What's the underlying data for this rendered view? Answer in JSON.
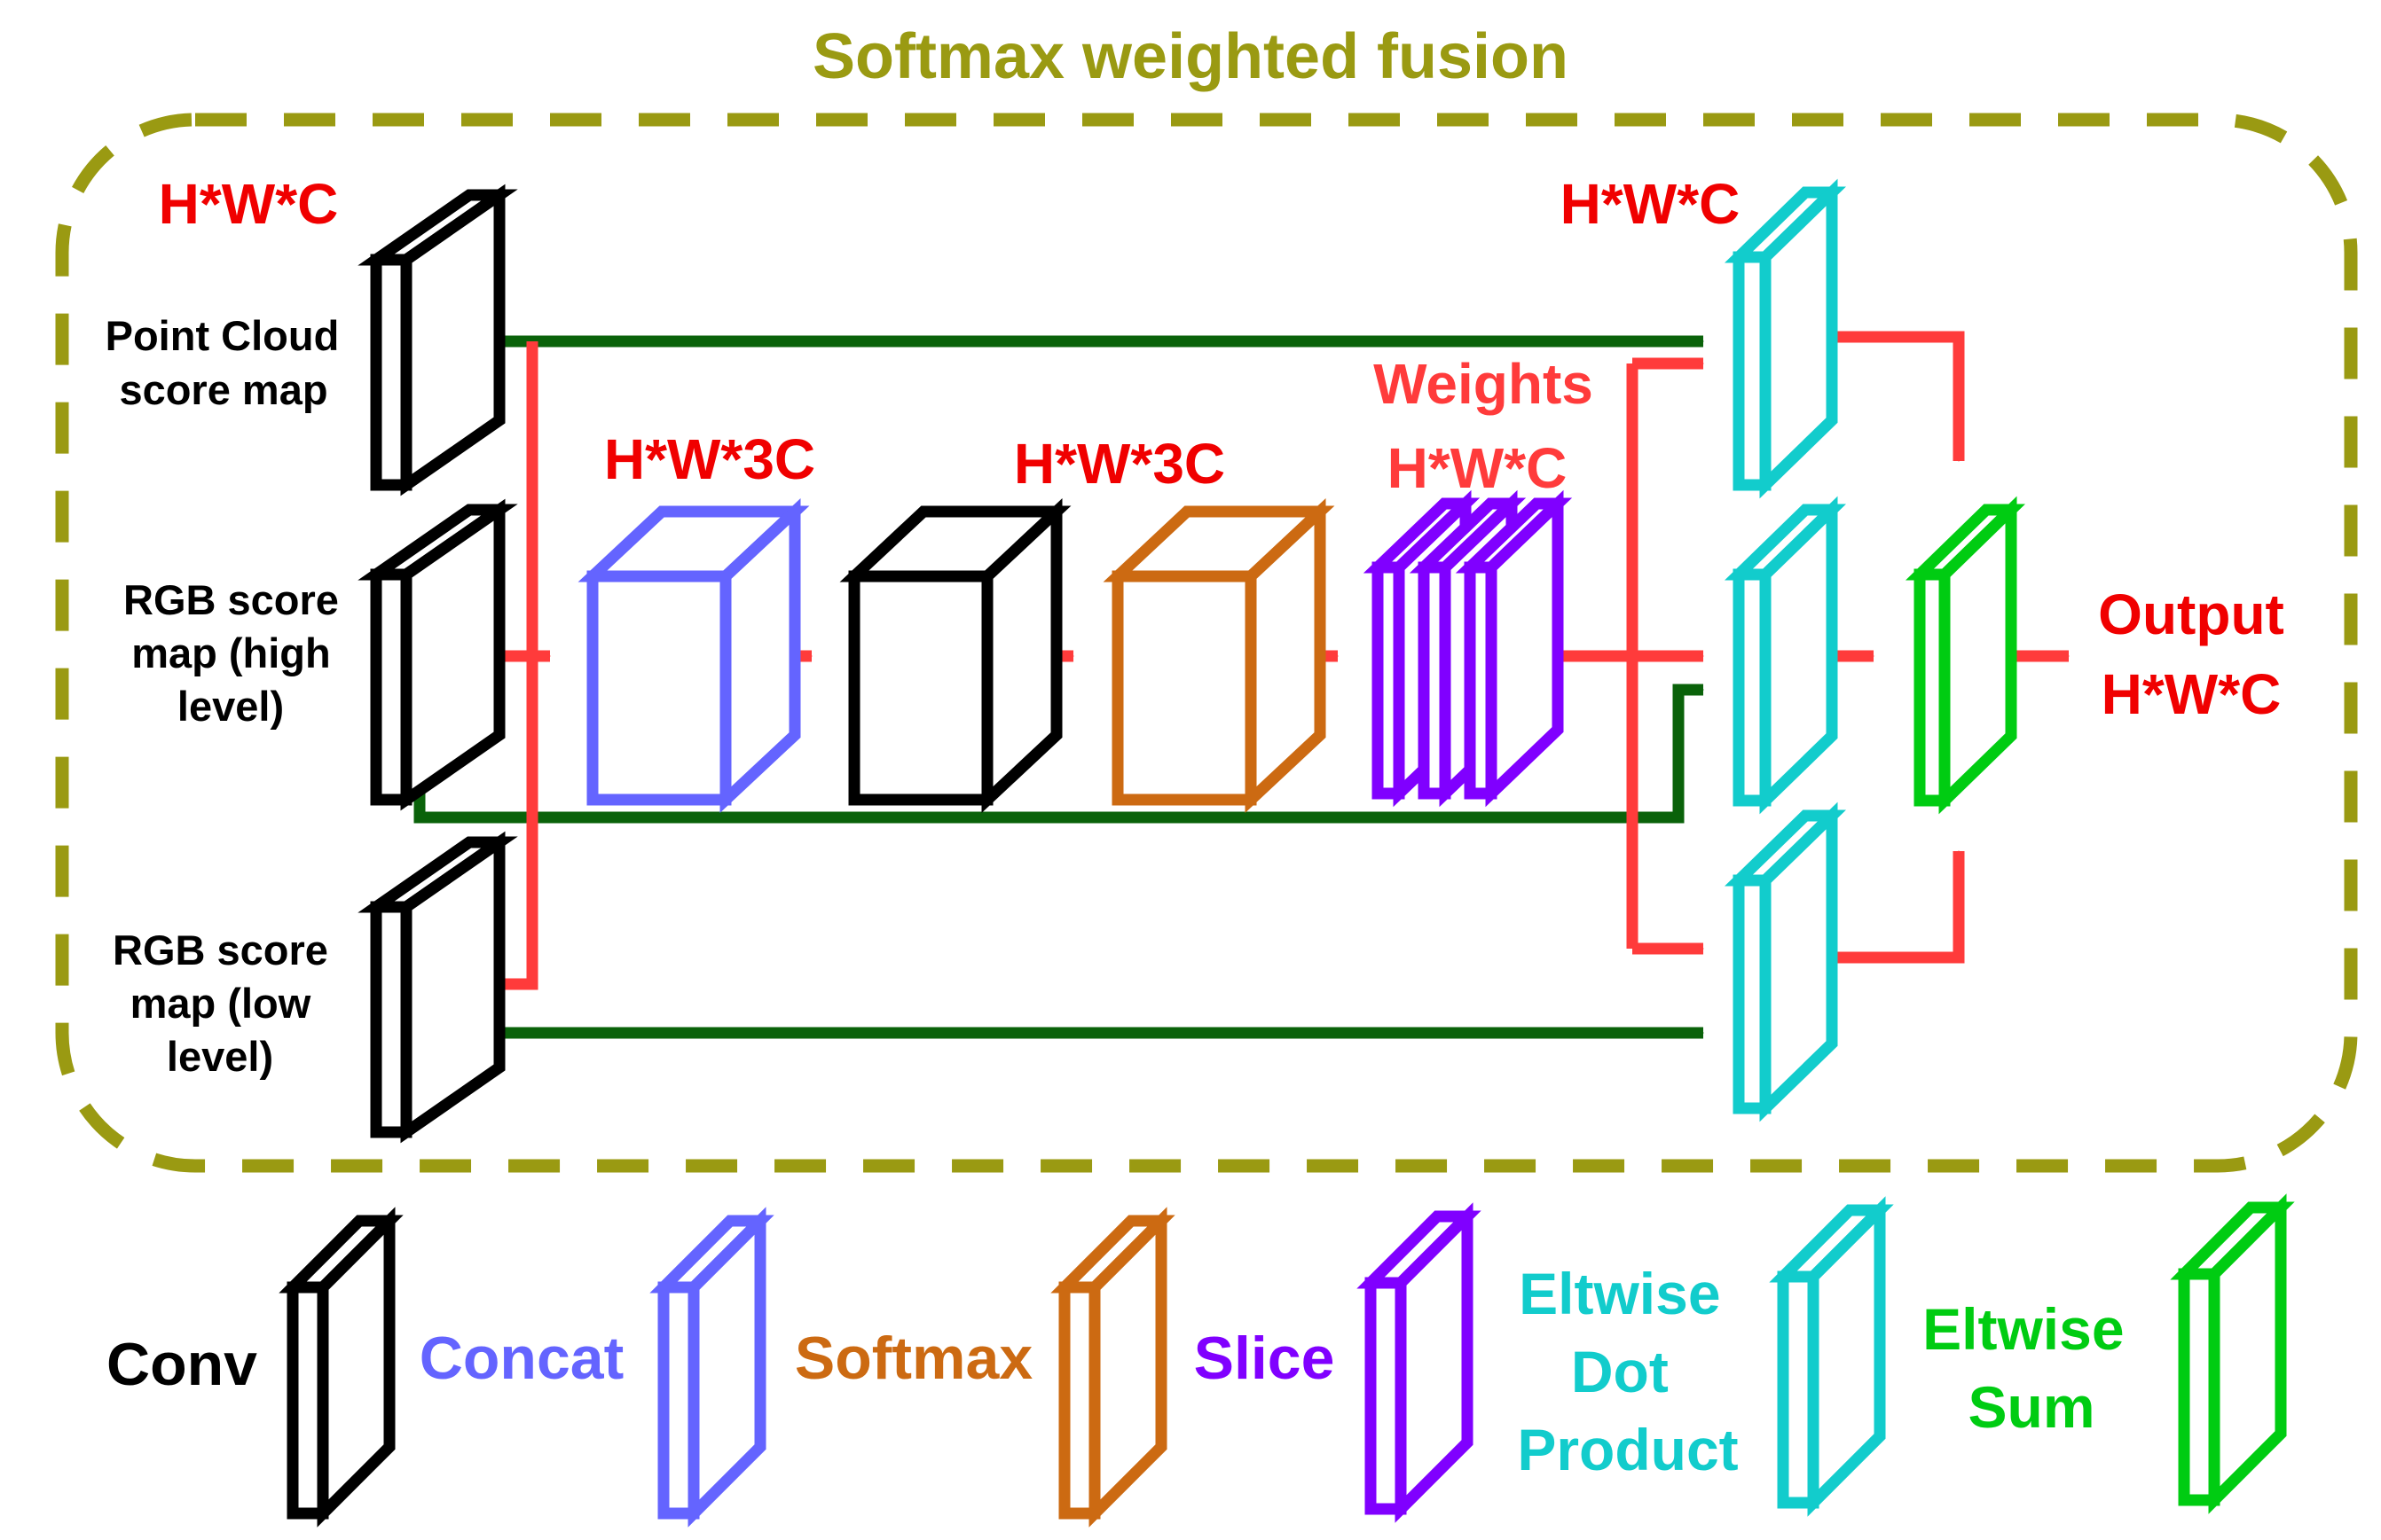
{
  "title": "Softmax weighted fusion",
  "colors": {
    "frame": "#9a9a12",
    "dims": "#f00000",
    "conv": "#000000",
    "concat": "#6464ff",
    "softmax": "#cc6a12",
    "slice": "#8000ff",
    "dot": "#12cccc",
    "sum": "#00cc12",
    "red_arrow": "#ff3b3b",
    "green_arrow": "#0a620a"
  },
  "inputs": {
    "pc_dims": "H*W*C",
    "pc_label": [
      "Point Cloud",
      "score map"
    ],
    "rgb_high_label": [
      "RGB score",
      "map (high",
      "level)"
    ],
    "rgb_low_label": [
      "RGB score",
      "map (low",
      "level)"
    ]
  },
  "pipeline": {
    "concat_dims": "H*W*3C",
    "softmax_dims": "H*W*3C",
    "weights_label": "Weights",
    "weights_dims": "H*W*C",
    "dot_dims": "H*W*C",
    "output_label": "Output",
    "output_dims": "H*W*C"
  },
  "legend": {
    "conv": [
      "Conv"
    ],
    "concat": [
      "Concat"
    ],
    "softmax": [
      "Softmax"
    ],
    "slice": [
      "Slice"
    ],
    "dot": [
      "Eltwise",
      "Dot",
      "Product"
    ],
    "sum": [
      "Eltwise",
      "Sum"
    ]
  }
}
